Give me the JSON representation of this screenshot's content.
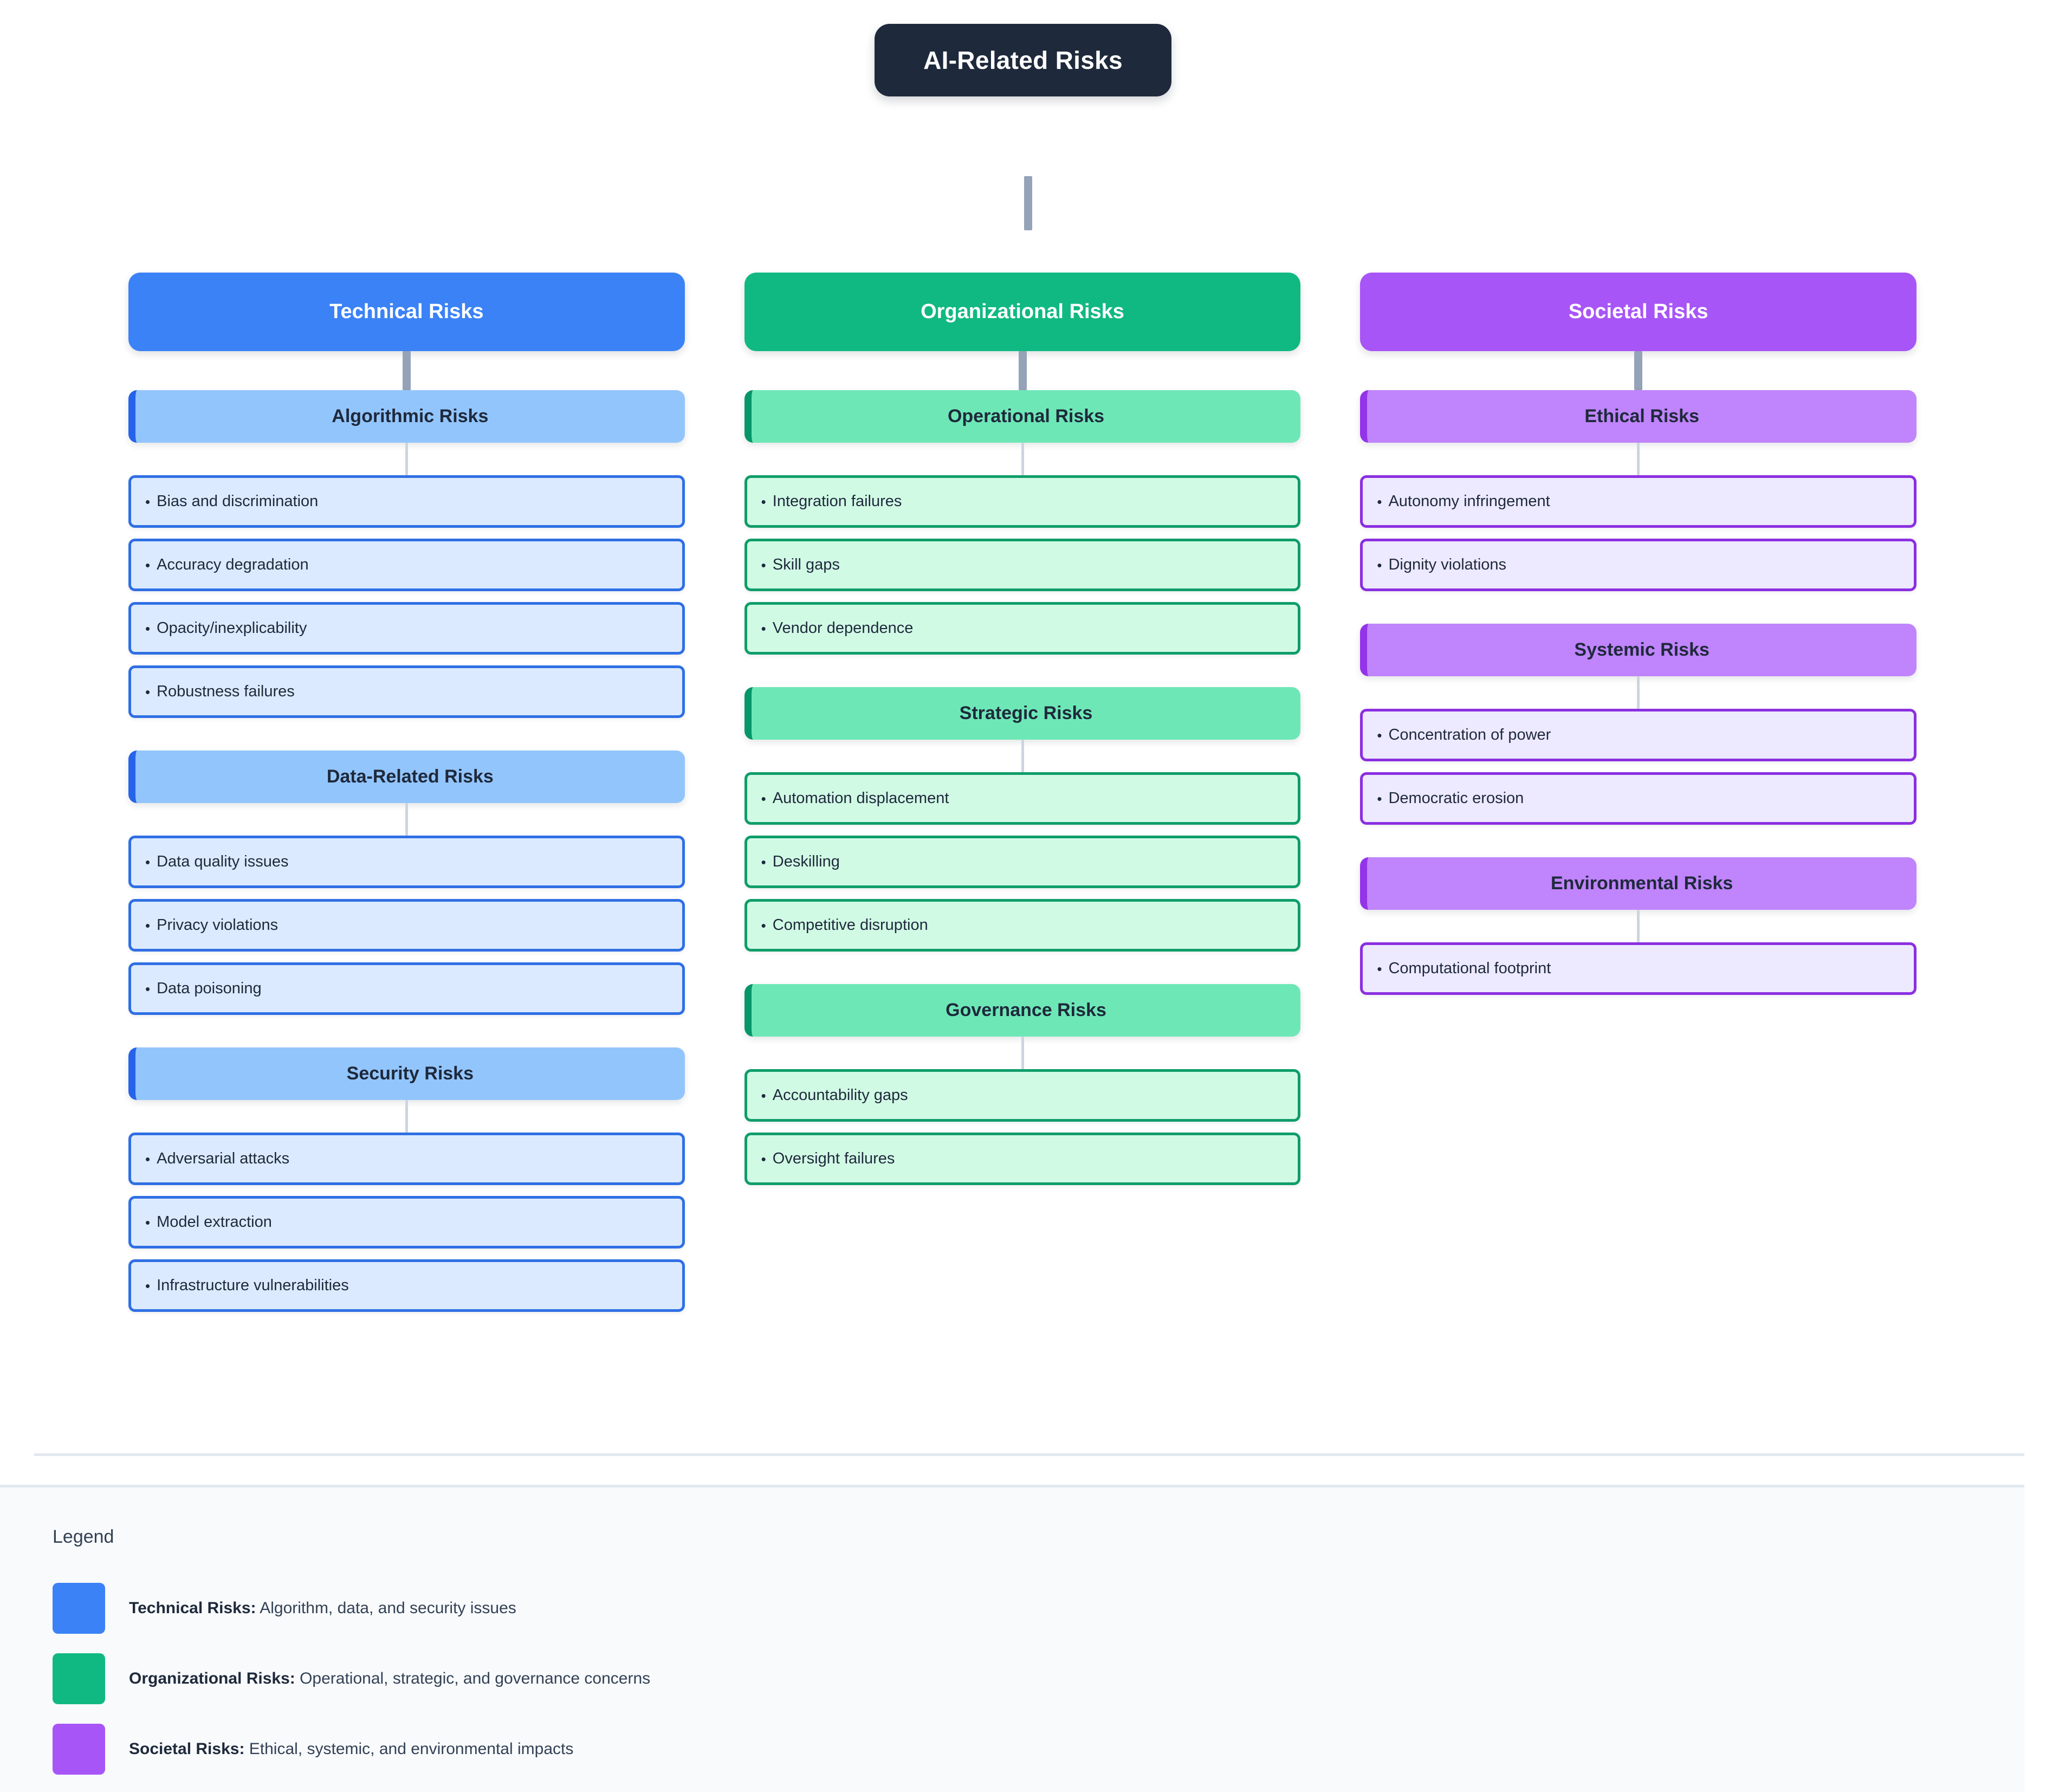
{
  "root": {
    "label": "AI-Related Risks"
  },
  "colors": {
    "root_bg": "#1e293b",
    "technical": "#3b82f6",
    "technical_sub": "#93c5fd",
    "technical_leaf": "#dbeafe",
    "organizational": "#10b981",
    "organizational_sub": "#6ee7b7",
    "organizational_leaf": "#d1fae5",
    "societal": "#a855f7",
    "societal_sub": "#c084fc",
    "societal_leaf": "#ede9fe",
    "connector": "#94a3b8"
  },
  "bullet": "•",
  "columns": [
    {
      "id": "technical",
      "header": "Technical Risks",
      "groups": [
        {
          "sub": "Algorithmic Risks",
          "items": [
            "Bias and discrimination",
            "Accuracy degradation",
            "Opacity/inexplicability",
            "Robustness failures"
          ]
        },
        {
          "sub": "Data-Related Risks",
          "items": [
            "Data quality issues",
            "Privacy violations",
            "Data poisoning"
          ]
        },
        {
          "sub": "Security Risks",
          "items": [
            "Adversarial attacks",
            "Model extraction",
            "Infrastructure vulnerabilities"
          ]
        }
      ]
    },
    {
      "id": "organizational",
      "header": "Organizational Risks",
      "groups": [
        {
          "sub": "Operational Risks",
          "items": [
            "Integration failures",
            "Skill gaps",
            "Vendor dependence"
          ]
        },
        {
          "sub": "Strategic Risks",
          "items": [
            "Automation displacement",
            "Deskilling",
            "Competitive disruption"
          ]
        },
        {
          "sub": "Governance Risks",
          "items": [
            "Accountability gaps",
            "Oversight failures"
          ]
        }
      ]
    },
    {
      "id": "societal",
      "header": "Societal Risks",
      "groups": [
        {
          "sub": "Ethical Risks",
          "items": [
            "Autonomy infringement",
            "Dignity violations"
          ]
        },
        {
          "sub": "Systemic Risks",
          "items": [
            "Concentration of power",
            "Democratic erosion"
          ]
        },
        {
          "sub": "Environmental Risks",
          "items": [
            "Computational footprint"
          ]
        }
      ]
    }
  ],
  "legend": {
    "title": "Legend",
    "entries": [
      {
        "swatch": "#3b82f6",
        "term": "Technical Risks:",
        "description": " Algorithm, data, and security issues"
      },
      {
        "swatch": "#10b981",
        "term": "Organizational Risks:",
        "description": " Operational, strategic, and governance concerns"
      },
      {
        "swatch": "#a855f7",
        "term": "Societal Risks:",
        "description": " Ethical, systemic, and environmental impacts"
      }
    ]
  }
}
